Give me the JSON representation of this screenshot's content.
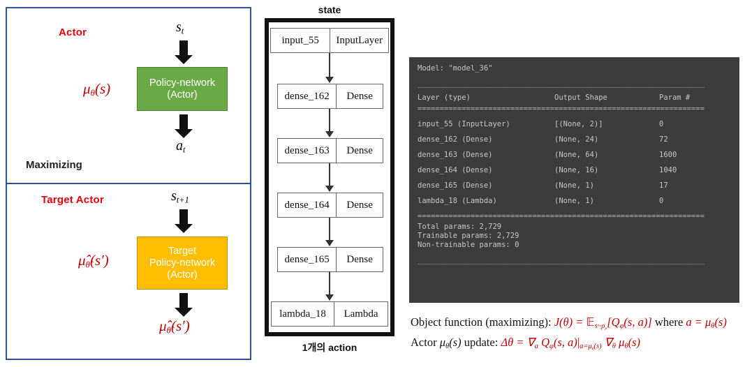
{
  "left_panel": {
    "actor_section": {
      "title": "Actor",
      "input_var": "s",
      "input_sub": "t",
      "network_label_line1": "Policy-network",
      "network_label_line2": "(Actor)",
      "network_color": "#6AAA46",
      "side_var": "μ",
      "side_var_sub": "θ",
      "side_var_arg": "(s)",
      "output_var": "a",
      "output_sub": "t",
      "footer_label": "Maximizing"
    },
    "target_actor_section": {
      "title": "Target Actor",
      "input_var": "s",
      "input_sub": "t+1",
      "network_label_line1": "Target",
      "network_label_line2": "Policy-network",
      "network_label_line3": "(Actor)",
      "network_color": "#FFBF00",
      "side_var": "μ̂",
      "side_var_sub": "θ̂",
      "side_var_arg": "(s′)",
      "output_var": "μ̂",
      "output_sub": "θ̂",
      "output_arg": "(s′)"
    },
    "border_color": "#2E5395",
    "divider_color": "#2E5395",
    "title_color": "#E8000D"
  },
  "middle_panel": {
    "top_label": "state",
    "bottom_label": "1개의 action",
    "layers": [
      {
        "name": "input_55",
        "type": "InputLayer"
      },
      {
        "name": "dense_162",
        "type": "Dense"
      },
      {
        "name": "dense_163",
        "type": "Dense"
      },
      {
        "name": "dense_164",
        "type": "Dense"
      },
      {
        "name": "dense_165",
        "type": "Dense"
      },
      {
        "name": "lambda_18",
        "type": "Lambda"
      }
    ]
  },
  "console": {
    "model_line": "Model: \"model_36\"",
    "dash_rule": "_________________________________________________________________",
    "eq_rule": "=================================================================",
    "headers": {
      "layer": "Layer (type)",
      "output_shape": "Output Shape",
      "params": "Param #"
    },
    "rows": [
      {
        "layer": "input_55 (InputLayer)",
        "output_shape": "[(None, 2)]",
        "params": "0"
      },
      {
        "layer": "dense_162 (Dense)",
        "output_shape": "(None, 24)",
        "params": "72"
      },
      {
        "layer": "dense_163 (Dense)",
        "output_shape": "(None, 64)",
        "params": "1600"
      },
      {
        "layer": "dense_164 (Dense)",
        "output_shape": "(None, 16)",
        "params": "1040"
      },
      {
        "layer": "dense_165 (Dense)",
        "output_shape": "(None, 1)",
        "params": "17"
      },
      {
        "layer": "lambda_18 (Lambda)",
        "output_shape": "(None, 1)",
        "params": "0"
      }
    ],
    "totals": {
      "total": "Total params: 2,729",
      "trainable": "Trainable params: 2,729",
      "non_trainable": "Non-trainable params: 0"
    },
    "background": "#3C3C3C",
    "text_color": "#C8C8C8"
  },
  "equations": {
    "line1_prefix": "Object function (maximizing): ",
    "line1_where": " where ",
    "line2_prefix": "Actor ",
    "line2_mid": " update: ",
    "accent_color": "#C00000"
  }
}
